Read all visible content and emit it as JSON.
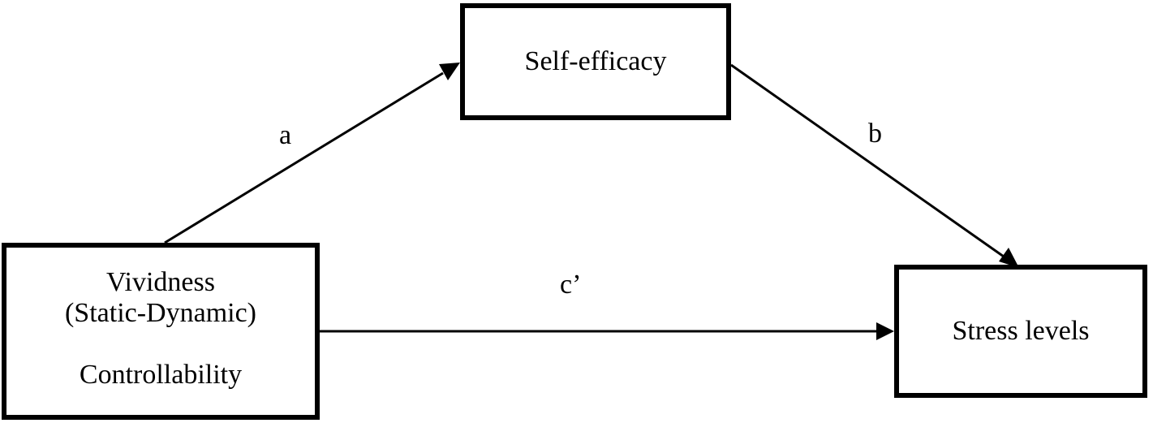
{
  "nodes": {
    "mediator": {
      "label": "Self-efficacy"
    },
    "outcome": {
      "label": "Stress levels"
    },
    "predictor": {
      "line1": "Vividness",
      "line2": "(Static-Dynamic)",
      "line3": "Controllability"
    }
  },
  "paths": {
    "a": "a",
    "b": "b",
    "c_prime": "c’"
  }
}
